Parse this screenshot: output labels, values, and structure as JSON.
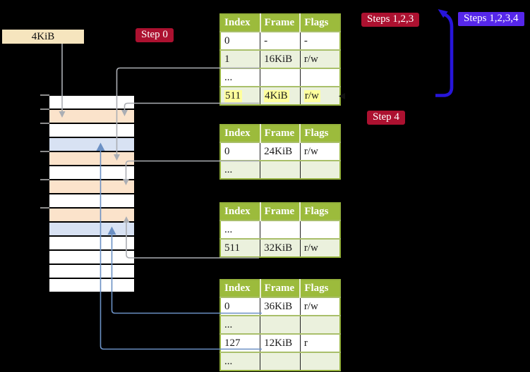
{
  "diagram": {
    "frame_box": {
      "label": "4KiB"
    },
    "step_labels": {
      "step0": "Step 0",
      "steps123": "Steps 1,2,3",
      "steps1234": "Steps 1,2,3,4",
      "step4": "Step 4"
    },
    "colors": {
      "background": "#000000",
      "table_header": "#9CBB3C",
      "table_border": "#94B13B",
      "row_divider": "#A9BF6A",
      "table_row_green": "#EBF1DD",
      "memory_frame_peach": "#FBE3CB",
      "memory_frame_blue": "#D8E2F3",
      "frame_box_bg": "#F6E5BE",
      "highlight_yellow": "#FFFF9C",
      "label_red": "#AC1130",
      "label_blue": "#5627EA",
      "arrow_gray": "#ABAEB4",
      "arrow_blue_light": "#6B90C4",
      "arrow_blue_thick": "#2715DA"
    },
    "memory_column": {
      "frames": [
        {
          "fill": "white"
        },
        {
          "fill": "peach"
        },
        {
          "fill": "white"
        },
        {
          "fill": "blue"
        },
        {
          "fill": "peach"
        },
        {
          "fill": "white"
        },
        {
          "fill": "peach"
        },
        {
          "fill": "white"
        },
        {
          "fill": "peach"
        },
        {
          "fill": "blue"
        },
        {
          "fill": "white"
        },
        {
          "fill": "white"
        },
        {
          "fill": "white"
        },
        {
          "fill": "white"
        }
      ],
      "tick_count": 6
    },
    "page_tables": [
      {
        "headers": [
          "Index",
          "Frame",
          "Flags"
        ],
        "rows": [
          {
            "cells": [
              "0",
              "-",
              "-"
            ],
            "bg": "white"
          },
          {
            "cells": [
              "1",
              "16KiB",
              "r/w"
            ],
            "bg": "green",
            "underline": "gray"
          },
          {
            "cells": [
              "...",
              "",
              ""
            ],
            "bg": "white"
          },
          {
            "cells": [
              "511",
              "4KiB",
              "r/w"
            ],
            "bg": "green",
            "underline": "gray",
            "highlight": true
          }
        ]
      },
      {
        "headers": [
          "Index",
          "Frame",
          "Flags"
        ],
        "rows": [
          {
            "cells": [
              "0",
              "24KiB",
              "r/w"
            ],
            "bg": "white",
            "underline": "gray"
          },
          {
            "cells": [
              "...",
              "",
              ""
            ],
            "bg": "green"
          }
        ]
      },
      {
        "headers": [
          "Index",
          "Frame",
          "Flags"
        ],
        "rows": [
          {
            "cells": [
              "...",
              "",
              ""
            ],
            "bg": "white"
          },
          {
            "cells": [
              "511",
              "32KiB",
              "r/w"
            ],
            "bg": "green",
            "underline": "gray"
          }
        ]
      },
      {
        "headers": [
          "Index",
          "Frame",
          "Flags"
        ],
        "rows": [
          {
            "cells": [
              "0",
              "36KiB",
              "r/w"
            ],
            "bg": "white",
            "underline": "blue"
          },
          {
            "cells": [
              "...",
              "",
              ""
            ],
            "bg": "green"
          },
          {
            "cells": [
              "127",
              "12KiB",
              "r"
            ],
            "bg": "white",
            "underline": "blue"
          },
          {
            "cells": [
              "...",
              "",
              ""
            ],
            "bg": "green"
          }
        ]
      }
    ]
  }
}
